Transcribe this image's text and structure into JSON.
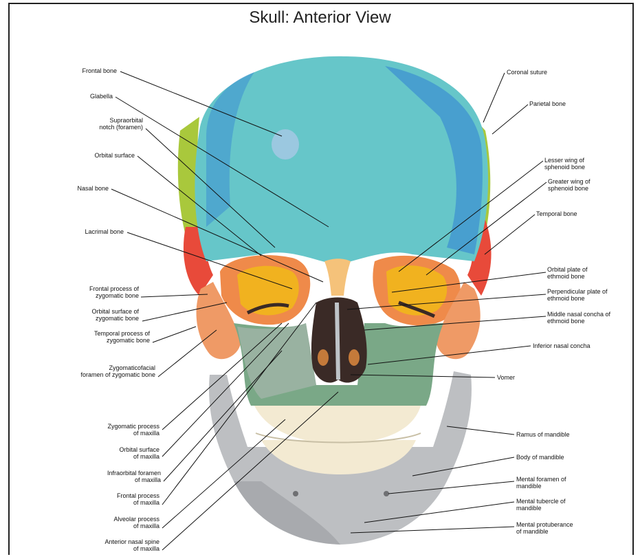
{
  "title": "Skull: Anterior View",
  "labels": {
    "frontal_bone": "Frontal bone",
    "glabella": "Glabella",
    "supraorbital_notch": "Supraorbital\nnotch (foramen)",
    "orbital_surface": "Orbital surface",
    "nasal_bone": "Nasal bone",
    "lacrimal_bone": "Lacrimal bone",
    "frontal_process_zygomatic": "Frontal process of\nzygomatic bone",
    "orbital_surface_zygomatic": "Orbital surface of\nzygomatic bone",
    "temporal_process_zygomatic": "Temporal process of\nzygomatic bone",
    "zygomaticofacial_foramen": "Zygomaticofacial\nforamen of zygomatic bone",
    "zygomatic_process_maxilla": "Zygomatic process\nof maxilla",
    "orbital_surface_maxilla": "Orbital surface\nof maxilla",
    "infraorbital_foramen": "Infraorbital foramen\nof maxilla",
    "frontal_process_maxilla": "Frontal process\nof maxilla",
    "alveolar_process_maxilla": "Alveolar process\nof maxilla",
    "anterior_nasal_spine": "Anterior nasal spine\nof maxilla",
    "coronal_suture": "Coronal suture",
    "parietal_bone": "Parietal bone",
    "lesser_wing_sphenoid": "Lesser wing of\nsphenoid bone",
    "greater_wing_sphenoid": "Greater wing of\nsphenoid bone",
    "temporal_bone": "Temporal bone",
    "orbital_plate_ethmoid": "Orbital plate of\nethmoid bone",
    "perpendicular_plate_ethmoid": "Perpendicular plate of\nethmoid bone",
    "middle_nasal_concha": "Middle nasal concha of\nethmoid bone",
    "inferior_nasal_concha": "Inferior nasal concha",
    "vomer": "Vomer",
    "ramus_mandible": "Ramus of mandible",
    "body_mandible": "Body of mandible",
    "mental_foramen": "Mental foramen of\nmandible",
    "mental_tubercle": "Mental tubercle of\nmandible",
    "mental_protuberance": "Mental protuberance\nof mandible"
  },
  "colors": {
    "frontal": "#66c6c9",
    "frontal_dark": "#3c8fd1",
    "parietal": "#a9c83c",
    "temporal": "#e84a3a",
    "sphenoid": "#f1b21f",
    "zygomatic": "#ef9a66",
    "maxilla": "#7aa887",
    "mandible": "#bdbfc2",
    "teeth": "#f3ead2",
    "nasal": "#f5c27a",
    "cavity": "#3a2a26"
  }
}
